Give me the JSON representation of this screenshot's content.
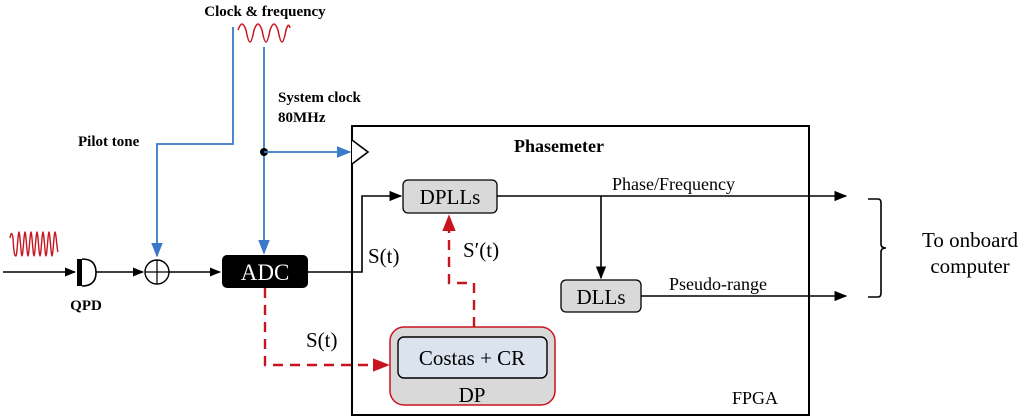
{
  "colors": {
    "blue_line": "#3a78c9",
    "red_signal": "#c8141e",
    "black": "#000000",
    "block_fill": "#d9d9d9",
    "inner_block_fill": "#dbe3ee",
    "adc_fill": "#000000",
    "adc_text": "#ffffff"
  },
  "inputs": {
    "clock_label": "Clock & frequency",
    "system_clock_label_line1": "System clock",
    "system_clock_label_line2": "80MHz",
    "pilot_tone_label": "Pilot tone",
    "detector_label": "QPD"
  },
  "blocks": {
    "adc": "ADC",
    "phasemeter_title": "Phasemeter",
    "fpga_label": "FPGA",
    "dplls": "DPLLs",
    "dlls": "DLLs",
    "costas": "Costas + CR",
    "dp": "DP"
  },
  "signals": {
    "adc_to_dplls": "S(t)",
    "adc_to_dp": "S(t)",
    "dp_to_dplls": "S′(t)",
    "phase_frequency": "Phase/Frequency",
    "pseudo_range": "Pseudo-range"
  },
  "output": {
    "destination_line1": "To onboard",
    "destination_line2": "computer"
  }
}
